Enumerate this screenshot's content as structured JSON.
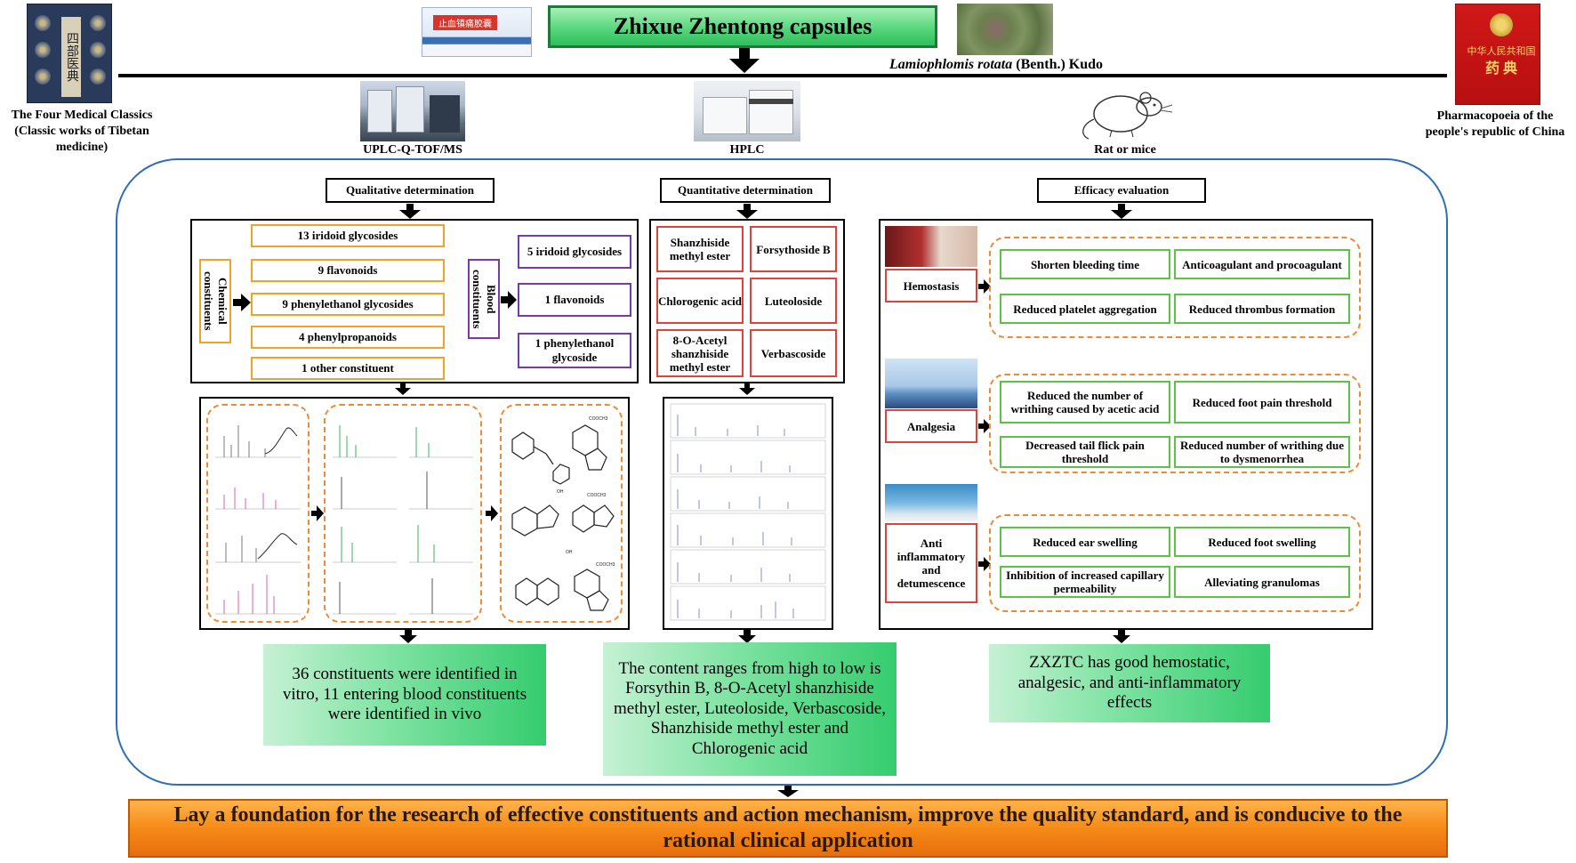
{
  "header": {
    "title": "Zhixue Zhentong capsules",
    "plant_name_italic": "Lamiophlomis rotata",
    "plant_name_rest": " (Benth.) Kudo",
    "book_label": "The Four Medical Classics (Classic works of Tibetan medicine)",
    "book_cover_text": "四部医典",
    "package_label": "止血镇痛胶囊",
    "pharmacopoeia_label": "Pharmacopoeia of the people's republic of China",
    "pharmacopoeia_cover_line1": "中华人民共和国",
    "pharmacopoeia_cover_line2": "药 典",
    "instrument_1": "UPLC-Q-TOF/MS",
    "instrument_2": "HPLC",
    "animal": "Rat or mice"
  },
  "qualitative": {
    "stage_label": "Qualitative determination",
    "chemical_label": "Chemical constituents",
    "chemical_items": [
      "13 iridoid glycosides",
      "9 flavonoids",
      "9 phenylethanol glycosides",
      "4 phenylpropanoids",
      "1 other constituent"
    ],
    "blood_label": "Blood constituents",
    "blood_items": [
      "5 iridoid glycosides",
      "1 flavonoids",
      "1 phenylethanol glycoside"
    ],
    "result": "36 constituents were identified in vitro, 11 entering blood constituents were identified in vivo"
  },
  "quantitative": {
    "stage_label": "Quantitative determination",
    "compounds": [
      "Shanzhiside methyl ester",
      "Forsythoside B",
      "Chlorogenic acid",
      "Luteoloside",
      "8-O-Acetyl shanzhiside methyl ester",
      "Verbascoside"
    ],
    "result": "The content ranges from high to low is Forsythin B, 8-O-Acetyl shanzhiside methyl ester, Luteoloside, Verbascoside, Shanzhiside methyl ester and Chlorogenic acid"
  },
  "efficacy": {
    "stage_label": "Efficacy evaluation",
    "groups": [
      {
        "label": "Hemostasis",
        "effects": [
          "Shorten bleeding time",
          "Anticoagulant and procoagulant",
          "Reduced platelet aggregation",
          "Reduced thrombus formation"
        ]
      },
      {
        "label": "Analgesia",
        "effects": [
          "Reduced the number of writhing caused by acetic acid",
          "Reduced foot pain threshold",
          "Decreased tail flick pain threshold",
          "Reduced number of writhing due to dysmenorrhea"
        ]
      },
      {
        "label": "Anti inflammatory and detumescence",
        "effects": [
          "Reduced ear swelling",
          "Reduced foot swelling",
          "Inhibition of increased capillary permeability",
          "Alleviating granulomas"
        ]
      }
    ],
    "result": "ZXZTC has good hemostatic, analgesic, and anti-inflammatory effects"
  },
  "footer": {
    "conclusion": "Lay a foundation for the research of effective constituents and action mechanism, improve the quality standard, and is conducive to the rational clinical application"
  },
  "colors": {
    "title_green": "#57d77c",
    "container_blue": "#2f6db8",
    "yellow_border": "#f0a32a",
    "purple_border": "#7a3aa6",
    "red_border": "#e0433a",
    "green_border": "#5bc445",
    "dashed_orange": "#ee8a35",
    "footer_orange": "#f58a18"
  }
}
